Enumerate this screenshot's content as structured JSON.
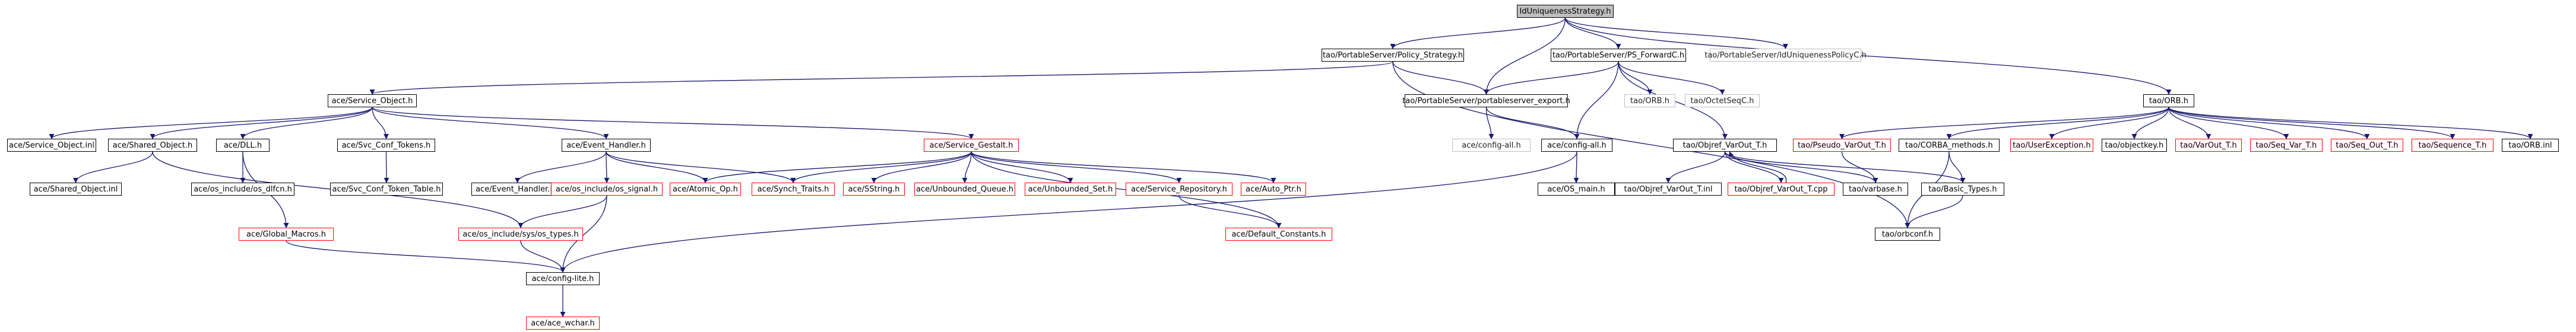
{
  "colors": {
    "edge": "#191970",
    "root_fill": "#bfbfbf",
    "missing_border": "#ff0000",
    "external_border": "#bfbfbf"
  },
  "nodes": {
    "root": "IdUniquenessStrategy.h",
    "policy_strategy": "tao/PortableServer/Policy_Strategy.h",
    "ps_forwardc": "tao/PortableServer/PS_ForwardC.h",
    "iduniq_policyc": "tao/PortableServer/IdUniquenessPolicyC.h",
    "service_object": "ace/Service_Object.h",
    "ps_export": "tao/PortableServer/portableserver_export.h",
    "orb_h": "tao/ORB.h",
    "orbh": "tao/ORB.h",
    "octetseqc": "tao/OctetSeqC.h",
    "service_object_inl": "ace/Service_Object.inl",
    "shared_object": "ace/Shared_Object.h",
    "dll": "ace/DLL.h",
    "svc_conf_tokens": "ace/Svc_Conf_Tokens.h",
    "event_handler": "ace/Event_Handler.h",
    "service_gestalt": "ace/Service_Gestalt.h",
    "config_all_grey": "ace/config-all.h",
    "config_all": "ace/config-all.h",
    "objref_varout": "tao/Objref_VarOut_T.h",
    "pseudo_varout": "tao/Pseudo_VarOut_T.h",
    "corba_methods": "tao/CORBA_methods.h",
    "userexception": "tao/UserException.h",
    "objectkey": "tao/objectkey.h",
    "varout_t": "tao/VarOut_T.h",
    "seq_var_t": "tao/Seq_Var_T.h",
    "seq_out_t": "tao/Seq_Out_T.h",
    "sequence_t": "tao/Sequence_T.h",
    "orb_inl": "tao/ORB.inl",
    "shared_object_inl": "ace/Shared_Object.inl",
    "os_dlfcn": "ace/os_include/os_dlfcn.h",
    "svc_conf_token_table": "ace/Svc_Conf_Token_Table.h",
    "event_handler_inl": "ace/Event_Handler.inl",
    "os_signal": "ace/os_include/os_signal.h",
    "atomic_op": "ace/Atomic_Op.h",
    "synch_traits": "ace/Synch_Traits.h",
    "sstring": "ace/SString.h",
    "unbounded_queue": "ace/Unbounded_Queue.h",
    "unbounded_set": "ace/Unbounded_Set.h",
    "service_repository": "ace/Service_Repository.h",
    "auto_ptr": "ace/Auto_Ptr.h",
    "os_main": "ace/OS_main.h",
    "objref_varout_inl": "tao/Objref_VarOut_T.inl",
    "objref_varout_cpp": "tao/Objref_VarOut_T.cpp",
    "varbase": "tao/varbase.h",
    "basic_types": "tao/Basic_Types.h",
    "global_macros": "ace/Global_Macros.h",
    "sys_types": "ace/os_include/sys/os_types.h",
    "default_constants": "ace/Default_Constants.h",
    "orbconf": "tao/orbconf.h",
    "config_lite": "ace/config-lite.h",
    "ace_wchar": "ace/ace_wchar.h"
  }
}
